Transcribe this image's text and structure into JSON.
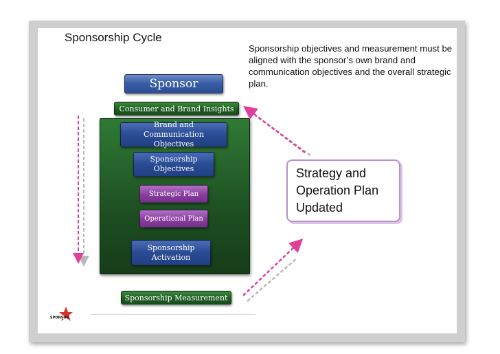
{
  "title": "Sponsorship Cycle",
  "note": "Sponsorship objectives and measurement must be aligned with the sponsor’s own brand and communication objectives and the overall strategic plan.",
  "boxes": {
    "sponsor": "Sponsor",
    "insights": "Consumer and Brand Insights",
    "brand_objectives": "Brand and Communication Objectives",
    "sponsorship_objectives": "Sponsorship Objectives",
    "strategic_plan": "Strategic Plan",
    "operational_plan": "Operational Plan",
    "activation": "Sponsorship Activation",
    "measurement": "Sponsorship Measurement"
  },
  "strategy": "Strategy and Operation Plan Updated",
  "logo_text": "SPONSOR",
  "colors": {
    "arrow_pink": "#e0409a",
    "arrow_gray": "#b8b8b8",
    "callout_border": "#b98fd0"
  }
}
